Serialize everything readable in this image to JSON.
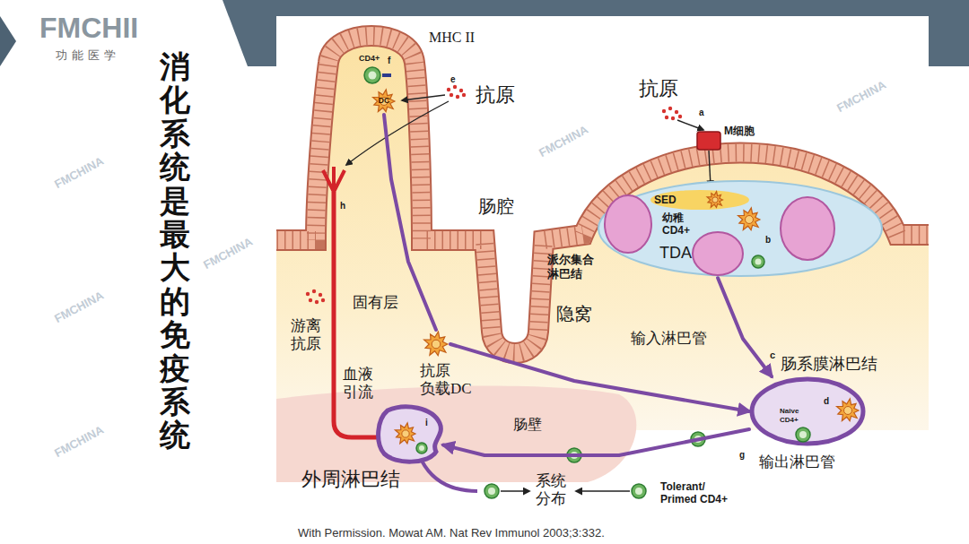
{
  "diagram": {
    "title": "消化系统是最大的免疫系统",
    "caption": "With Permission. Mowat AM. Nat Rev Immunol 2003;3:332.",
    "nodes": [
      {
        "text": [
          "CD4+"
        ]
      },
      {
        "text": [
          "DC"
        ]
      },
      {
        "text": [
          "派尔集合 淋巴结",
          "幼稚 CD4+",
          "TDA"
        ]
      },
      {
        "text": [
          "SED"
        ],
        "in": 2
      },
      {
        "text": [
          "M细胞"
        ]
      },
      {
        "text": [
          "抗原 负载DC"
        ]
      },
      {
        "text": [
          "肠系膜淋巴结",
          "Naive CD4+"
        ]
      },
      {
        "text": [
          "外周淋巴结"
        ]
      }
    ],
    "edges": [
      {
        "from": 1,
        "to": 5,
        "arrow": "none"
      },
      {
        "from": 5,
        "to": 6,
        "arrow": "to"
      },
      {
        "from": 2,
        "to": 6,
        "arrow": "to",
        "label": "输入淋巴管"
      },
      {
        "from": 6,
        "to": 7,
        "arrow": "to"
      }
    ],
    "labels": [
      "FMCHII",
      "功能医学",
      "MHC II",
      "f",
      "e",
      "抗原",
      "h",
      "肠腔",
      "抗原",
      "a",
      "b",
      "固有层",
      "游离 抗原",
      "隐窝",
      "血液 引流",
      "c",
      "d",
      "肠壁",
      "g",
      "输出淋巴管",
      "i",
      "系统 分布",
      "Tolerant/ Primed CD4+",
      "FMCHINA",
      "FMCHINA",
      "FMCHINA",
      "FMCHINA",
      "FMCHINA",
      "FMCHINA"
    ]
  }
}
